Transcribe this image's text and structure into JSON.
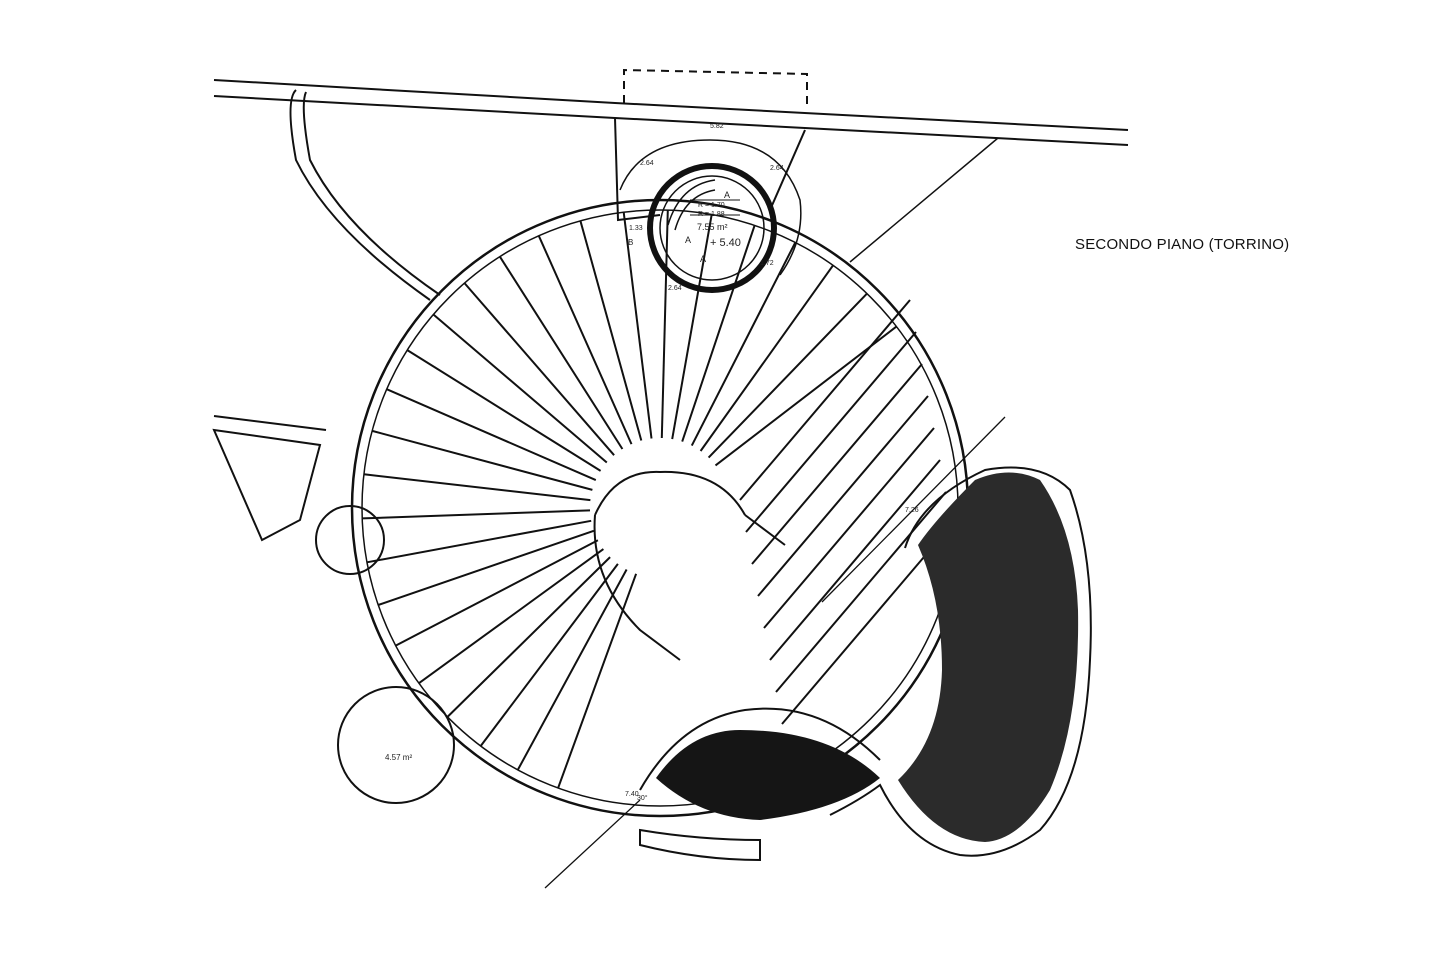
{
  "drawing": {
    "title": "SECONDO PIANO (TORRINO)"
  },
  "labels": {
    "tower_area": "7.55 m²",
    "tower_r1": "R = 1.70",
    "tower_r2": "R = 1.88",
    "tower_level": "+ 5.40",
    "section_a1": "A",
    "section_a2": "A",
    "section_a3": "A",
    "section_b": "B",
    "dim_top": "5.82",
    "dim_left": "2.64",
    "dim_right": "2.64",
    "dim_bottom": "2.64",
    "dim_small_right": "1.72",
    "dim_small_left": "1.33",
    "dim_diag": "7.26",
    "dim_lower_a": "7.40",
    "dim_lower_b": "30°",
    "room_area": "4.57 m²"
  },
  "colors": {
    "ink": "#111111",
    "fill_dark": "#2b2b2b",
    "fill_darker": "#151515"
  }
}
